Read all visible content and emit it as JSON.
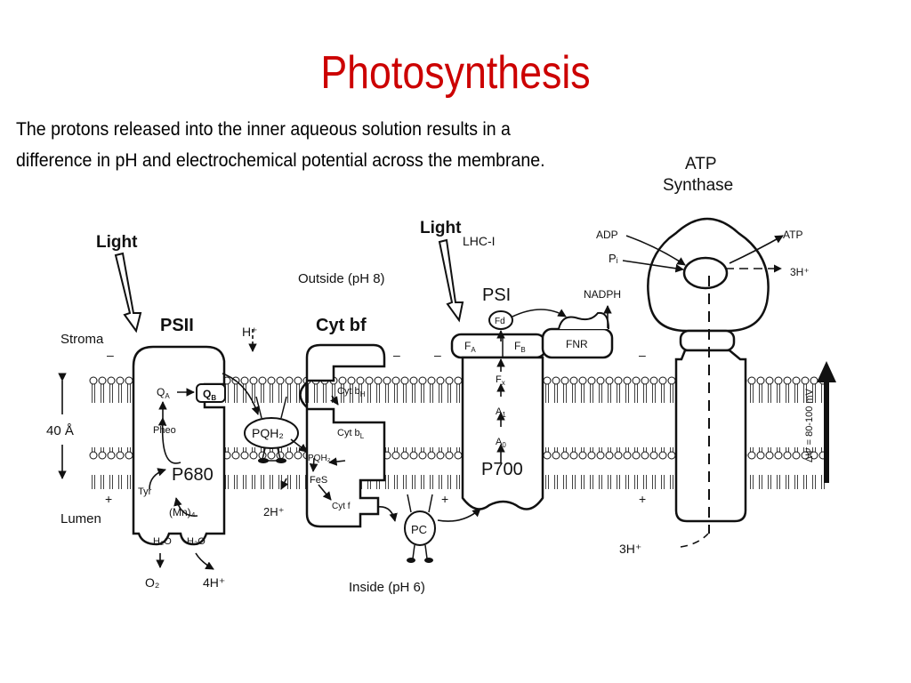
{
  "title": "Photosynthesis",
  "body_text": "The protons released into the inner aqueous solution results in a difference in pH and electrochemical potential across the membrane.",
  "colors": {
    "title": "#cc0000",
    "ink": "#111111",
    "background": "#ffffff"
  },
  "diagram": {
    "labels": {
      "light_left": "Light",
      "light_right": "Light",
      "lhc": "LHC-I",
      "outside": "Outside (pH 8)",
      "inside": "Inside (pH 6)",
      "stroma": "Stroma",
      "lumen": "Lumen",
      "thickness": "40 Å",
      "psii": "PSII",
      "cytbf": "Cyt bf",
      "psi": "PSI",
      "atp_synthase_1": "ATP",
      "atp_synthase_2": "Synthase",
      "h_top": "H⁺",
      "qa": "Q",
      "qa_sub": "A",
      "qb": "Q",
      "qb_sub": "B",
      "pheo": "Pheo",
      "p680": "P680",
      "tyr": "Tyr",
      "mn": "(Mn)₄",
      "h2o_1": "H₂O",
      "h2o_2": "H₂O",
      "o2": "O₂",
      "h4": "4H⁺",
      "pqh2_main": "PQH₂",
      "pqh2_small": "PQH₂",
      "cyt_bh": "Cyt b",
      "cyt_bh_sub": "H",
      "cyt_bl": "Cyt b",
      "cyt_bl_sub": "L",
      "fes": "FeS",
      "cytf": "Cyt f",
      "h2_lumen": "2H⁺",
      "pc": "PC",
      "fd": "Fd",
      "fa": "F",
      "fa_sub": "A",
      "fb": "F",
      "fb_sub": "B",
      "fx": "F",
      "fx_sub": "x",
      "a1": "A",
      "a1_sub": "1",
      "a0": "A",
      "a0_sub": "0",
      "p700": "P700",
      "fnr": "FNR",
      "nadph": "NADPH",
      "adp": "ADP",
      "pi": "Pᵢ",
      "atp": "ATP",
      "h3_right": "3H⁺",
      "h3_bottom": "3H⁺",
      "potential": "ΔΨ = 80-100 mV",
      "minus": "–",
      "plus": "+"
    }
  }
}
